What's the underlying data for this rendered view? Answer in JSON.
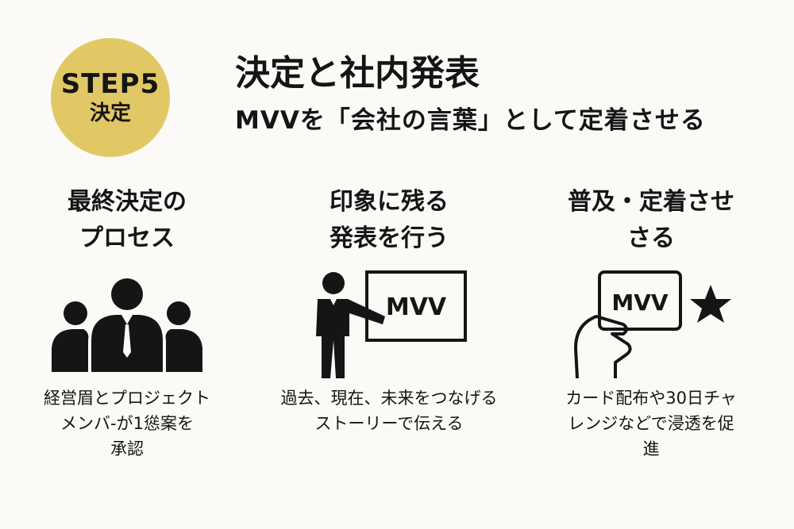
{
  "badge": {
    "step": "STEP5",
    "label": "決定"
  },
  "header": {
    "title": "決定と社内発表",
    "subtitle": "MVVを「会社の言葉」として定着させる"
  },
  "columns": [
    {
      "heading": [
        "最終決定の",
        "プロセス"
      ],
      "icon": "people-group-icon",
      "desc": [
        "経営眉とプロジェクト",
        "メンバ-が1慫案を",
        "承認"
      ]
    },
    {
      "heading": [
        "印象に残る",
        "発表を行う"
      ],
      "icon": "presenter-board-icon",
      "board": "MVV",
      "desc": [
        "過去、現在、未来をつなげる",
        "ストーリーで伝える"
      ]
    },
    {
      "heading": [
        "普及・定着させ",
        "さる"
      ],
      "icon": "hand-card-star-icon",
      "card": "MVV",
      "desc": [
        "カード配布や30日チャ",
        "レンジなどで浸透を促",
        "進"
      ]
    }
  ],
  "colors": {
    "badge": "#e2c865",
    "background": "#fbfaf7",
    "ink": "#151515"
  }
}
